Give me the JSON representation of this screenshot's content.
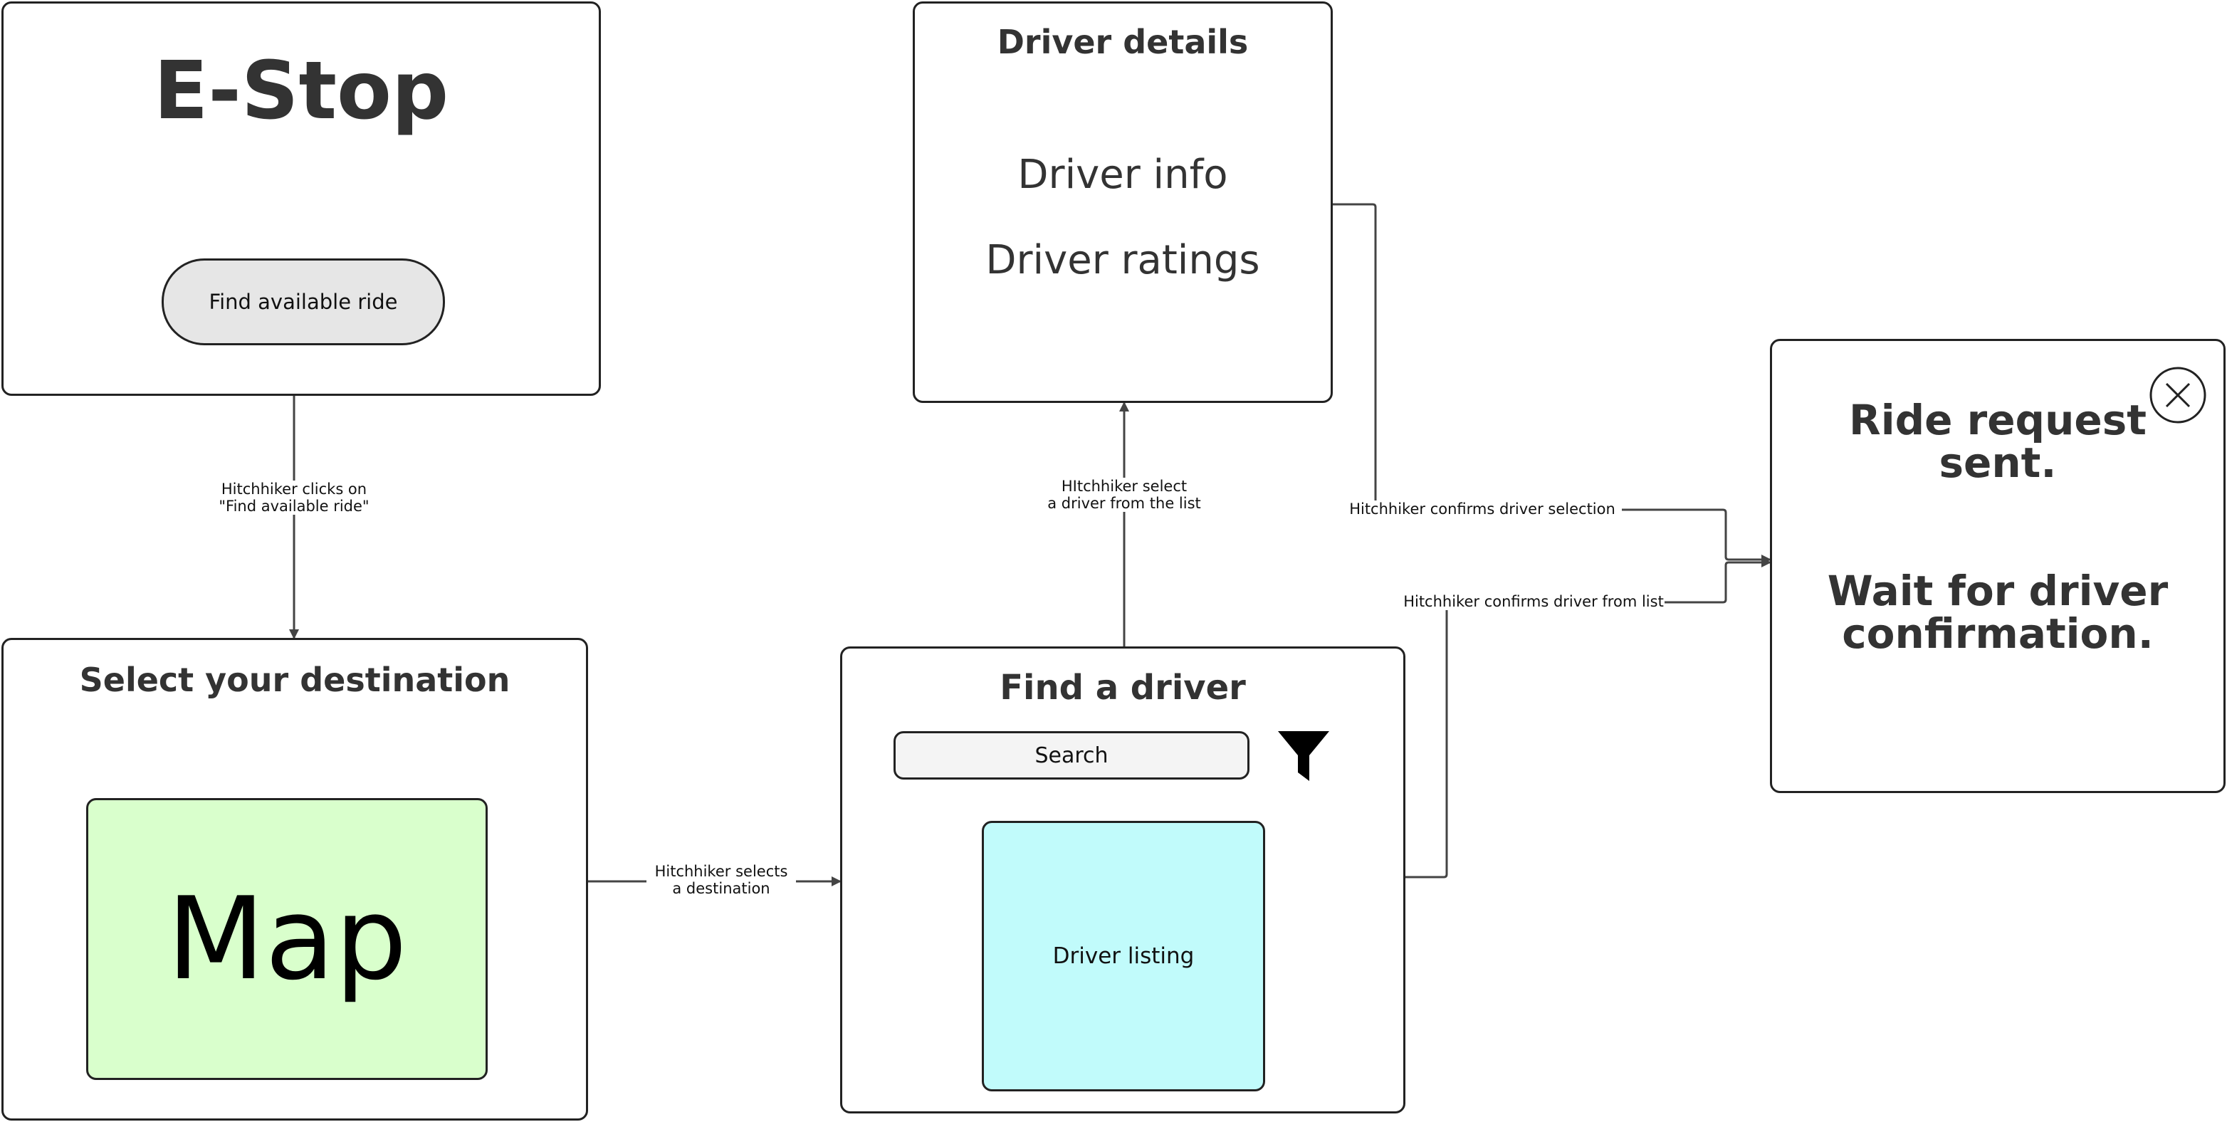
{
  "screens": {
    "estop": {
      "title": "E-Stop",
      "button_label": "Find available ride"
    },
    "destination": {
      "title": "Select your destination",
      "map_label": "Map",
      "map_color": "#d9ffcc"
    },
    "find_driver": {
      "title": "Find a driver",
      "search_label": "Search",
      "filter_icon": "filter-icon",
      "listing_label": "Driver listing",
      "listing_color": "#c1fbfb"
    },
    "driver_details": {
      "title": "Driver details",
      "line1": "Driver info",
      "line2": "Driver ratings"
    },
    "ride_request": {
      "line1": "Ride request",
      "line2": "sent.",
      "line3": "Wait for driver",
      "line4": "confirmation.",
      "close_icon": "close-icon"
    }
  },
  "transitions": {
    "clicks_find_ride_1": "Hitchhiker clicks on",
    "clicks_find_ride_2": "\"Find available ride\"",
    "selects_destination_1": "Hitchhiker selects",
    "selects_destination_2": "a destination",
    "select_driver_1": "HItchhiker select",
    "select_driver_2": "a driver from the list",
    "confirms_selection": "Hitchhiker confirms driver selection",
    "confirms_from_list": "Hitchhiker confirms driver from list"
  }
}
